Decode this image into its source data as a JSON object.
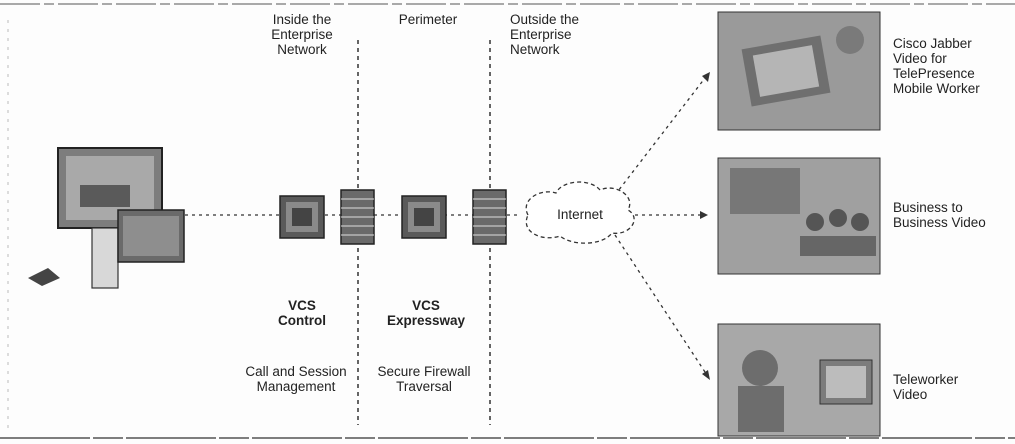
{
  "zones": {
    "inside": "Inside the\nEnterprise\nNetwork",
    "perimeter": "Perimeter",
    "outside": "Outside the\nEnterprise\nNetwork"
  },
  "cloud_label": "Internet",
  "vcs_control": {
    "title": "VCS\nControl",
    "role": "Call and Session\nManagement"
  },
  "vcs_expressway": {
    "title": "VCS\nExpressway",
    "role": "Secure Firewall\nTraversal"
  },
  "endpoints": [
    {
      "label": "Cisco Jabber\nVideo for\nTelePresence\nMobile Worker",
      "icon": "mobile-worker-photo"
    },
    {
      "label": "Business to\nBusiness Video",
      "icon": "business-meeting-photo"
    },
    {
      "label": "Teleworker\nVideo",
      "icon": "teleworker-photo"
    }
  ],
  "icons": {
    "left_endpoint": "telepresence-room-system-icon",
    "server": "vcs-server-icon",
    "firewall": "firewall-icon",
    "cloud": "internet-cloud-icon"
  },
  "colors": {
    "line": "#333333",
    "photo_bg": "#8a8a8a",
    "device": "#555555"
  }
}
